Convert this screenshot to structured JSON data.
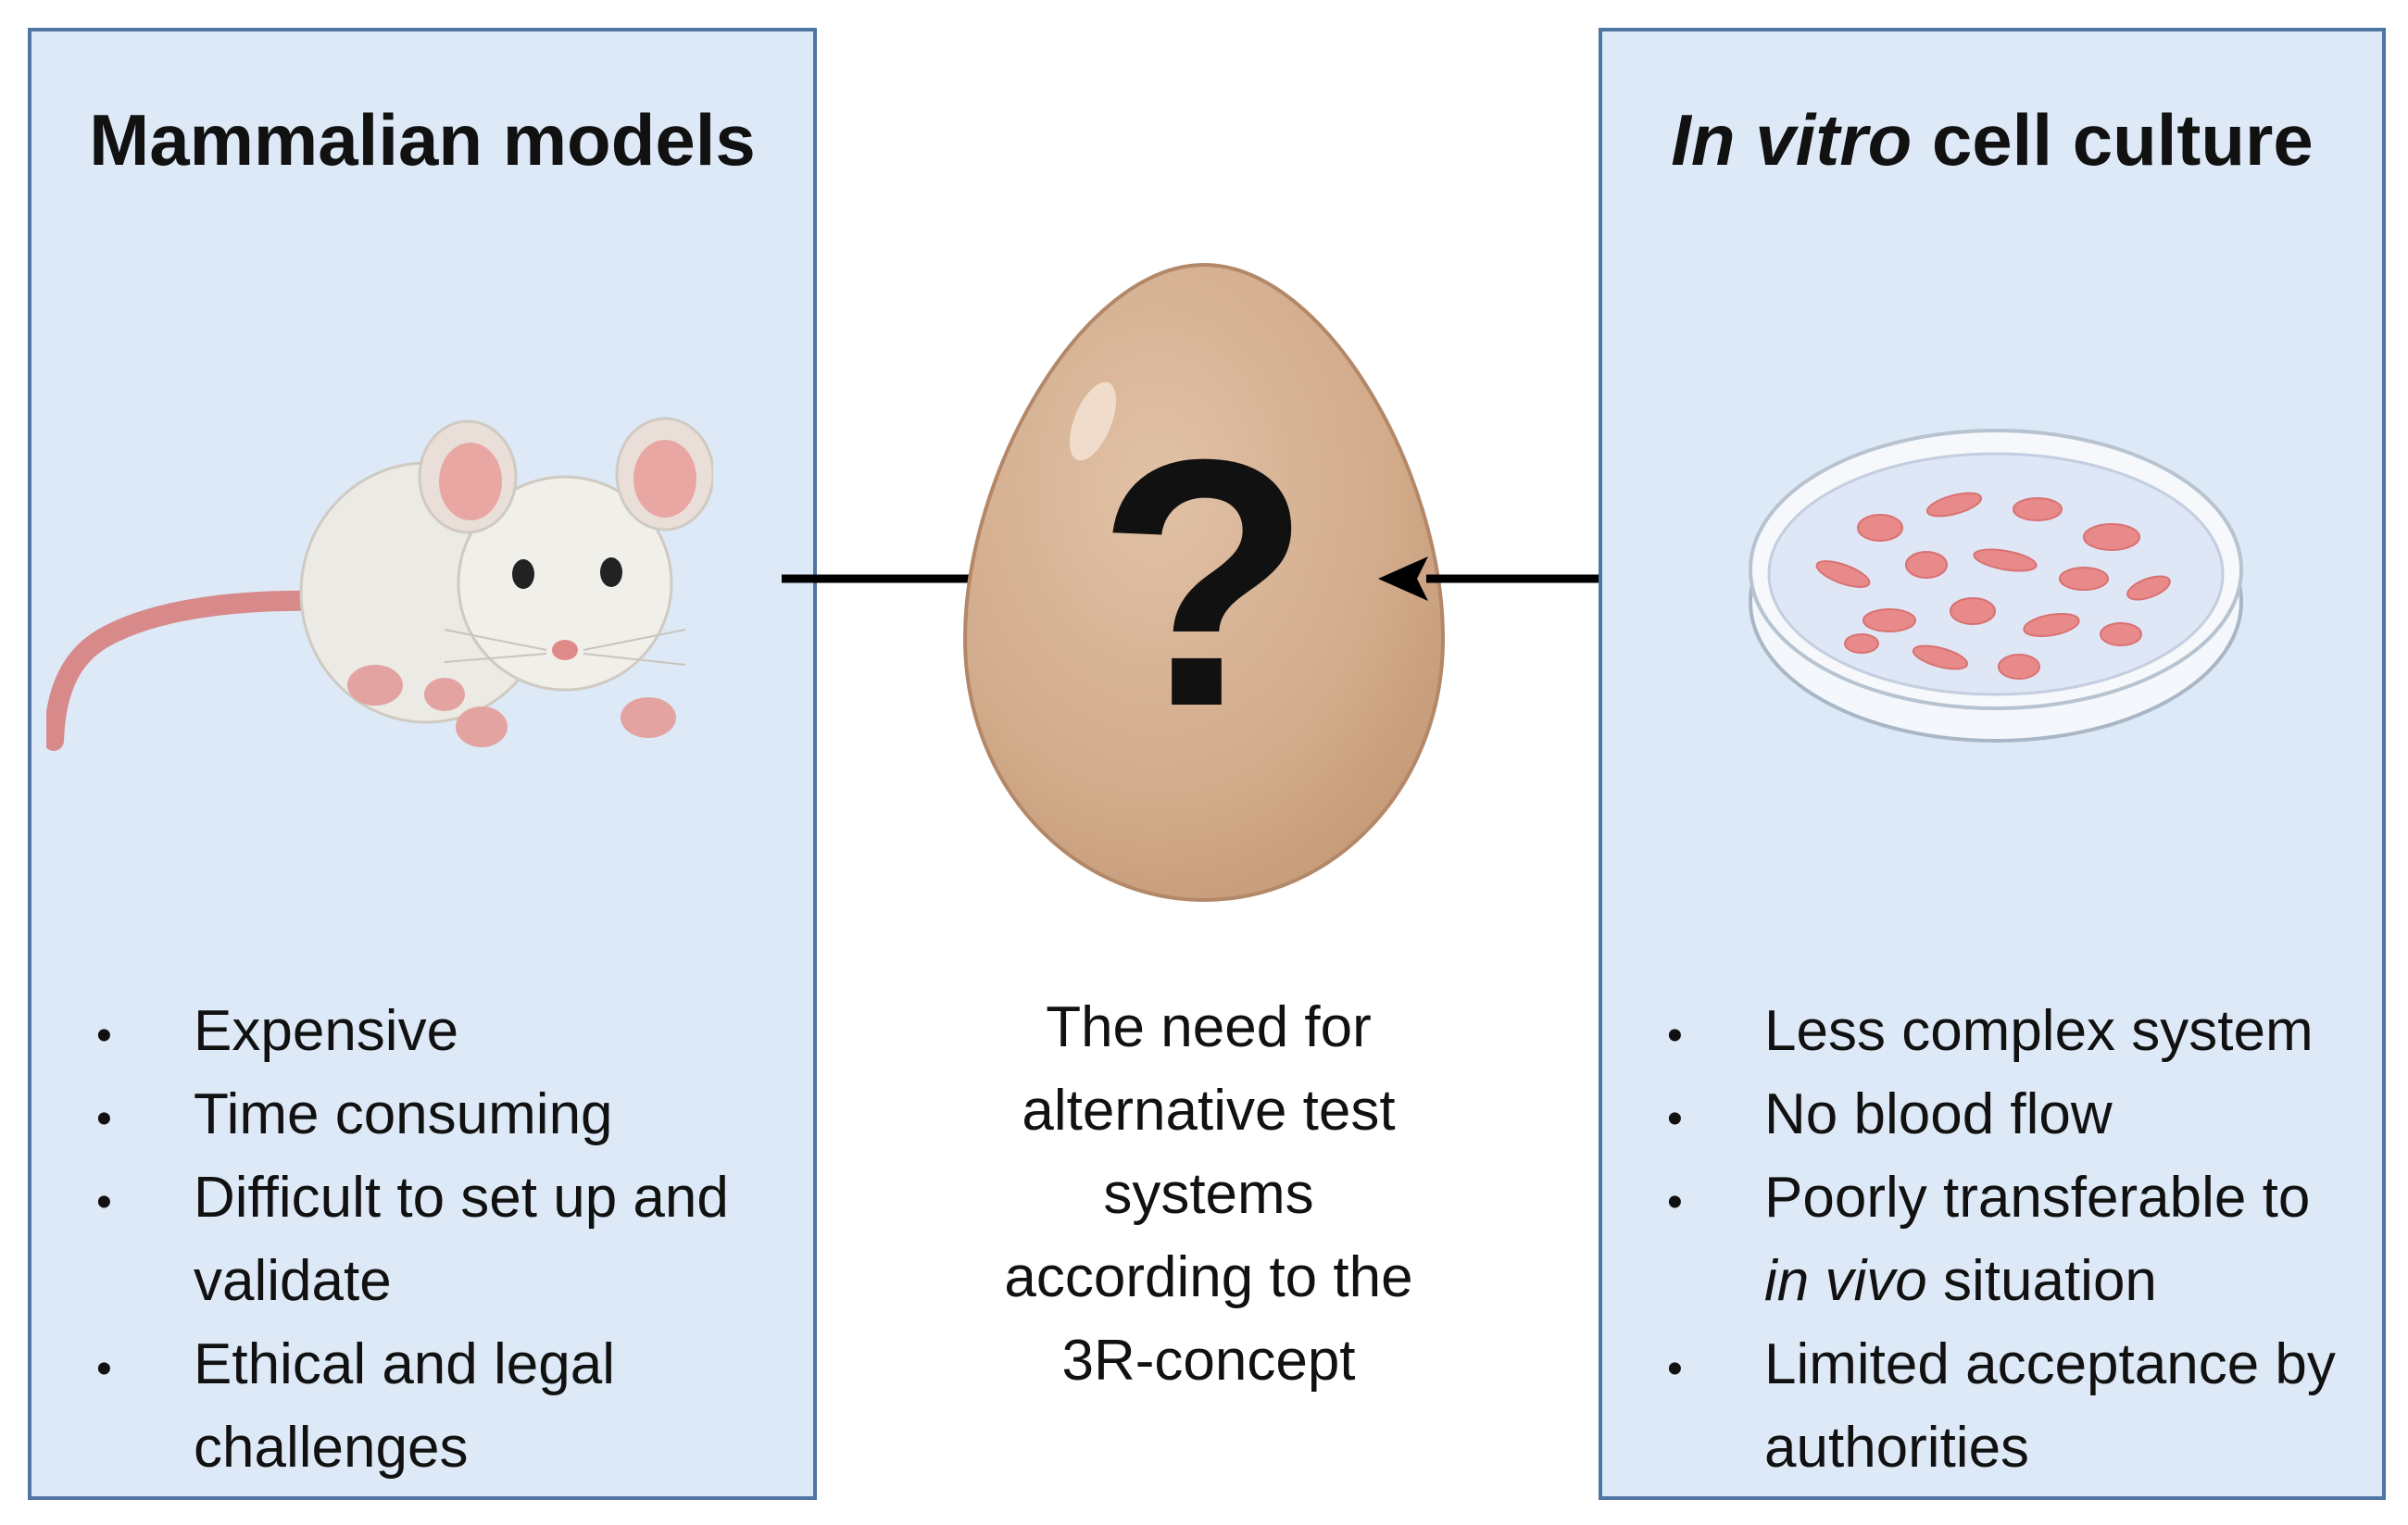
{
  "left": {
    "title": "Mammalian models",
    "icon": "mouse-icon",
    "bullets": [
      "Expensive",
      "Time consuming",
      "Difficult to set up and validate",
      "Ethical and legal challenges"
    ]
  },
  "center": {
    "icon": "egg-icon",
    "symbol": "?",
    "lines": [
      "The need for",
      "alternative test",
      "systems",
      "according to the",
      "3R-concept"
    ]
  },
  "right": {
    "title_italic": "In vitro",
    "title_rest": " cell culture",
    "icon": "petri-dish-icon",
    "bullets": [
      {
        "text": "Less complex system"
      },
      {
        "text": "No blood flow"
      },
      {
        "pre": "Poorly transferable to ",
        "italic": "in vivo",
        "post": " situation"
      },
      {
        "text": "Limited acceptance by authorities"
      }
    ]
  },
  "colors": {
    "panel_fill": "#dde9f6",
    "panel_border": "#4f75a2",
    "egg": "#d6b193",
    "cells": "#e88a8a",
    "arrow": "#000000"
  }
}
